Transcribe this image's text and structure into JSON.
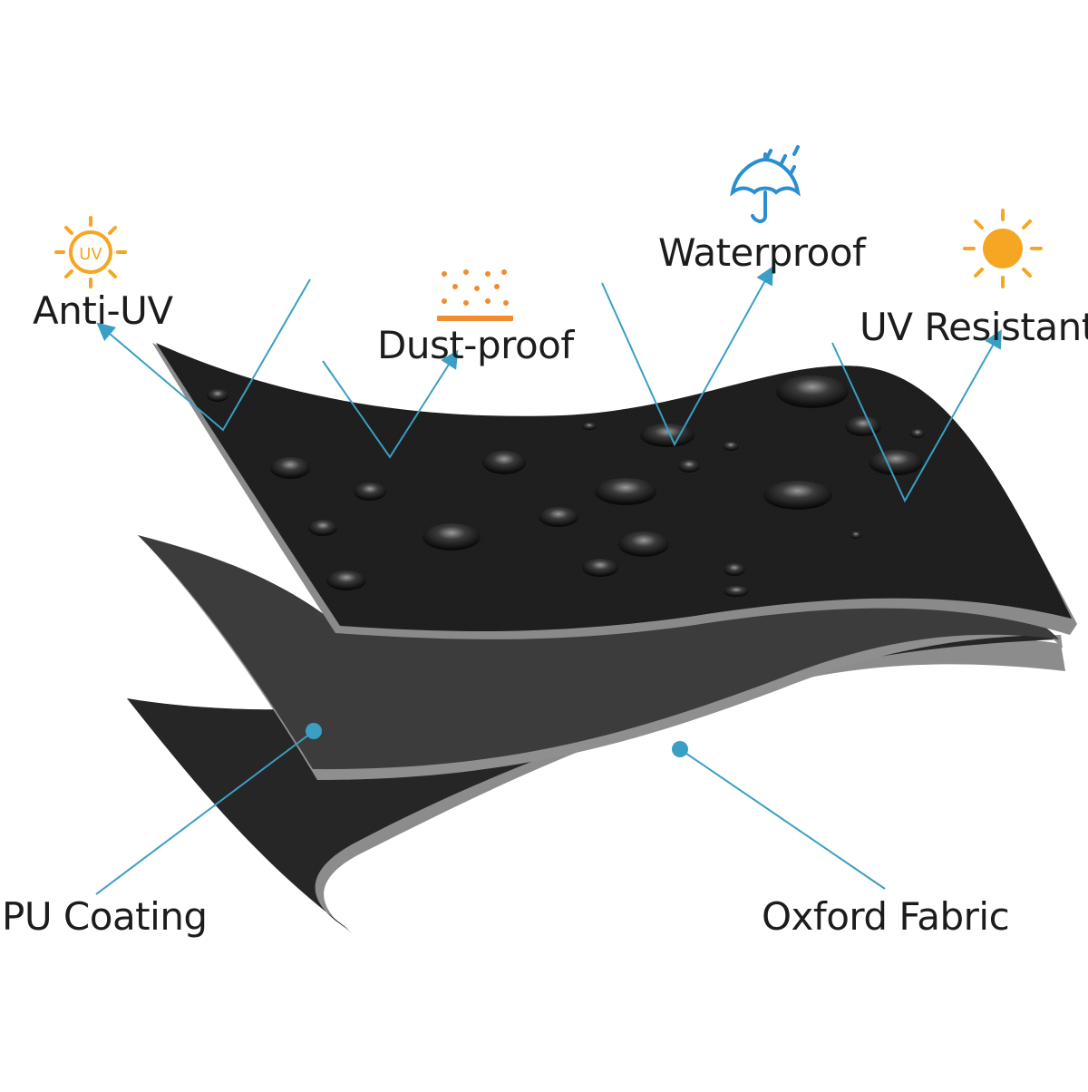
{
  "labels": {
    "anti_uv": "Anti-UV",
    "dust_proof": "Dust-proof",
    "waterproof": "Waterproof",
    "uv_resistant": "UV Resistant",
    "pu_coating": "PU Coating",
    "oxford_fabric": "Oxford Fabric"
  },
  "icons": {
    "anti_uv": "uv-sun-icon",
    "dust_proof": "dust-particles-icon",
    "waterproof": "umbrella-rain-icon",
    "uv_resistant": "sun-icon"
  },
  "colors": {
    "callout_line": "#3a9fc2",
    "sun_icon": "#f5a623",
    "dust_icon": "#f08c2e",
    "umbrella_icon": "#2a8ed0",
    "top_layer": "#1b1b1b",
    "middle_layer": "#3c3c3c",
    "bottom_layer": "#262626",
    "layer_edge": "#8a8a8a"
  }
}
